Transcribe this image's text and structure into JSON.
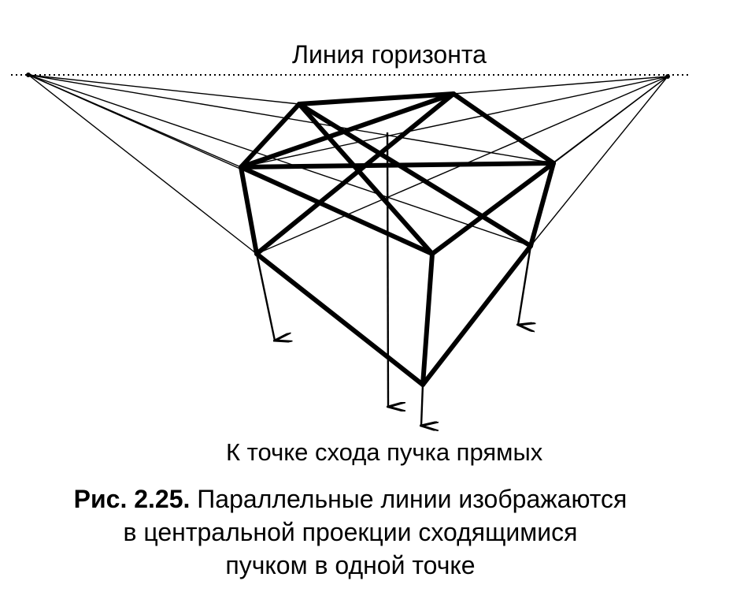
{
  "horizon_label": "Линия горизонта",
  "vanishing_label": "К точке схода пучка прямых",
  "caption": {
    "number": "Рис. 2.25.",
    "line1": " Параллельные линии изображаются",
    "line2": "в центральной проекции сходящимися",
    "line3": "пучком в одной точке"
  }
}
